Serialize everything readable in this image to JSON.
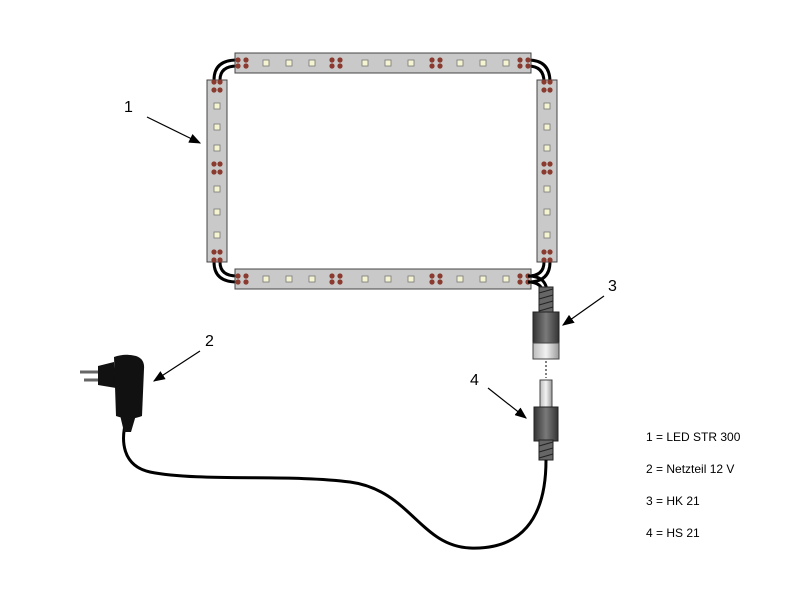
{
  "callouts": [
    "1",
    "2",
    "3",
    "4"
  ],
  "legend": [
    "1 = LED STR 300",
    "2 = Netzteil 12 V",
    "3 = HK 21",
    "4 = HS 21"
  ],
  "colors": {
    "strip": "#c9c9c9",
    "led_body": "#f4f4d0",
    "solder_pad": "#8a3a2e",
    "cable": "#000000",
    "connector": "#555555"
  }
}
